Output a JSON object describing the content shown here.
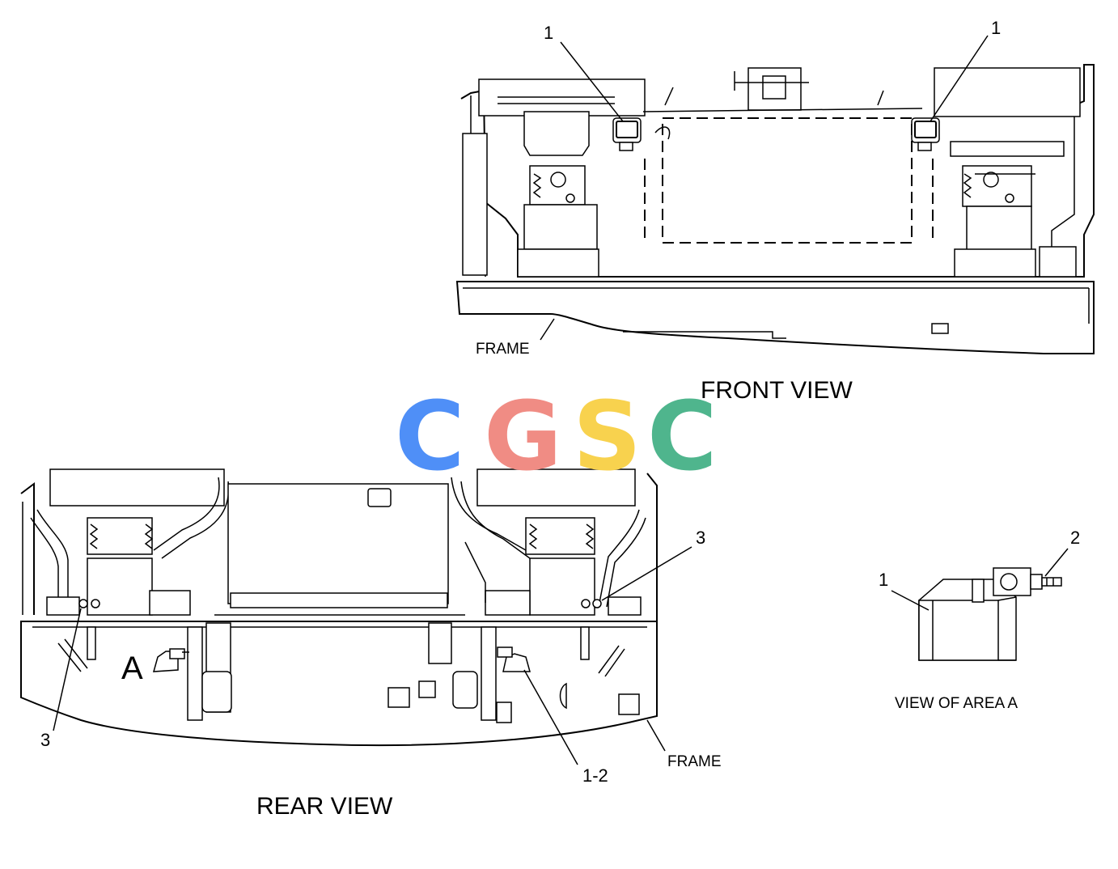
{
  "front_view": {
    "title": "FRONT VIEW",
    "frame_label": "FRAME",
    "callout_left": "1",
    "callout_right": "1"
  },
  "rear_view": {
    "title": "REAR VIEW",
    "frame_label": "FRAME",
    "area_letter": "A",
    "callout_left": "3",
    "callout_right": "3",
    "callout_bottom": "1-2"
  },
  "detail_view": {
    "title": "VIEW OF AREA A",
    "callout_1": "1",
    "callout_2": "2"
  },
  "watermark": {
    "letters": [
      "C",
      "G",
      "S",
      "C"
    ],
    "colors": [
      "#4f8ff7",
      "#f08c84",
      "#f8d24e",
      "#4fb58d"
    ]
  }
}
